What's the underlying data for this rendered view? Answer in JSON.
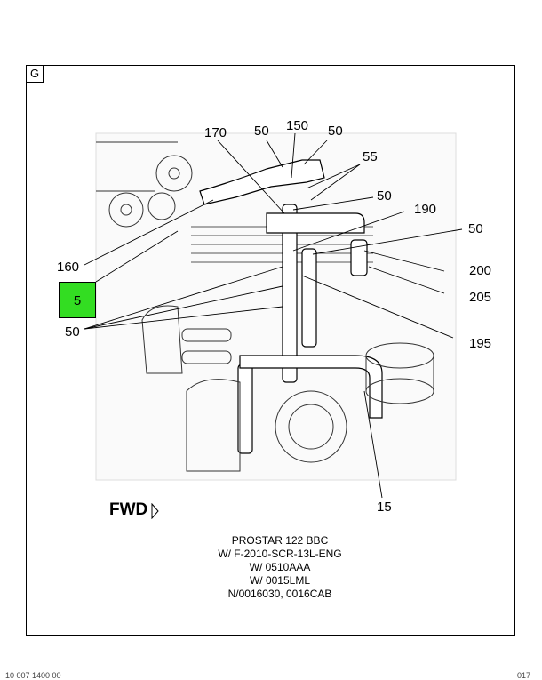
{
  "frame": {
    "corner_label": "G"
  },
  "callouts": {
    "c170": "170",
    "c50_top_left": "50",
    "c150": "150",
    "c50_top_right": "50",
    "c55": "55",
    "c50_mid": "50",
    "c190": "190",
    "c50_right": "50",
    "c160": "160",
    "c200": "200",
    "c205": "205",
    "c50_left": "50",
    "c195": "195",
    "c15": "15"
  },
  "highlight_box": {
    "label": "5",
    "color": "#33dd22"
  },
  "direction": {
    "label": "FWD"
  },
  "caption": {
    "line1": "PROSTAR 122 BBC",
    "line2": "W/ F-2010-SCR-13L-ENG",
    "line3": "W/ 0510AAA",
    "line4": "W/ 0015LML",
    "line5": "N/0016030, 0016CAB"
  },
  "footer": {
    "left": "10 007 1400 00",
    "right": "017"
  }
}
